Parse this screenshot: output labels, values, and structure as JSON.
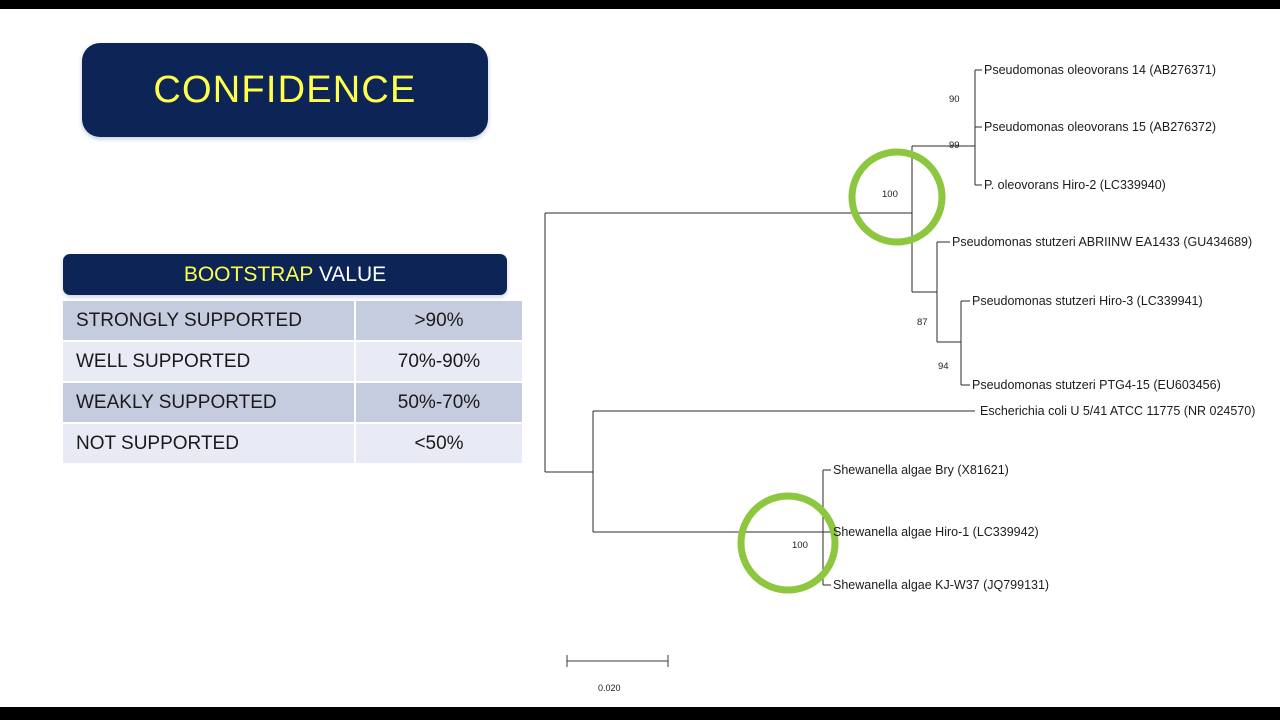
{
  "slide": {
    "background_color": "#ffffff",
    "letterbox_color": "#000000"
  },
  "title": {
    "text": "CONFIDENCE",
    "background_color": "#0d2456",
    "text_color": "#ffff4d"
  },
  "table": {
    "header": {
      "part1": "BOOTSTRAP",
      "part2": " VALUE",
      "part1_color": "#ffff4d",
      "part2_color": "#ffffff",
      "background_color": "#0d2456"
    },
    "row_dark_color": "#c6ccdf",
    "row_light_color": "#e8ebf5",
    "rows": [
      {
        "label": "STRONGLY SUPPORTED",
        "value": ">90%"
      },
      {
        "label": "WELL SUPPORTED",
        "value": "70%-90%"
      },
      {
        "label": "WEAKLY SUPPORTED",
        "value": "50%-70%"
      },
      {
        "label": "NOT SUPPORTED",
        "value": "<50%"
      }
    ]
  },
  "tree": {
    "line_color": "#2b2b2b",
    "highlight_color": "#8dc63f",
    "scale_bar": {
      "value": "0.020"
    },
    "leaves": [
      {
        "name": "Pseudomonas oleovorans 14 (AB276371)"
      },
      {
        "name": "Pseudomonas oleovorans 15 (AB276372)"
      },
      {
        "name": "P. oleovorans Hiro-2 (LC339940)"
      },
      {
        "name": "Pseudomonas stutzeri ABRIINW EA1433 (GU434689)"
      },
      {
        "name": "Pseudomonas stutzeri Hiro-3 (LC339941)"
      },
      {
        "name": "Pseudomonas stutzeri PTG4-15 (EU603456)"
      },
      {
        "name": "Escherichia coli U 5/41 ATCC 11775 (NR 024570)"
      },
      {
        "name": "Shewanella algae Bry (X81621)"
      },
      {
        "name": "Shewanella algae Hiro-1 (LC339942)"
      },
      {
        "name": "Shewanella algae KJ-W37 (JQ799131)"
      }
    ],
    "bootstrap_values": [
      {
        "value": "90"
      },
      {
        "value": "99"
      },
      {
        "value": "100"
      },
      {
        "value": "87"
      },
      {
        "value": "94"
      },
      {
        "value": "100"
      }
    ]
  }
}
